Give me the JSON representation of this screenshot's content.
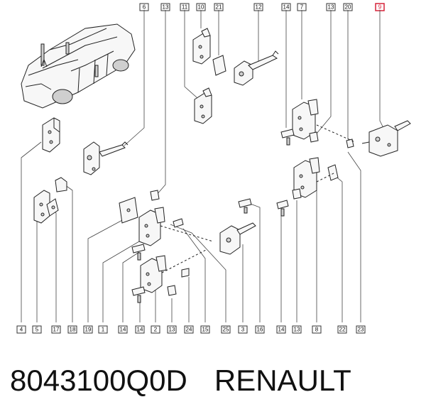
{
  "caption": {
    "part_number": "8043100Q0D",
    "brand": "RENAULT"
  },
  "highlight_color": "#d6243a",
  "callouts_top": [
    "6",
    "13",
    "11",
    "10",
    "21",
    "12",
    "14",
    "7",
    "13",
    "20",
    "9"
  ],
  "highlighted_callout": "9",
  "callouts_bottom": [
    "4",
    "5",
    "17",
    "18",
    "19",
    "1",
    "14",
    "14",
    "2",
    "13",
    "24",
    "15",
    "25",
    "3",
    "16",
    "14",
    "13",
    "8",
    "22",
    "23"
  ]
}
